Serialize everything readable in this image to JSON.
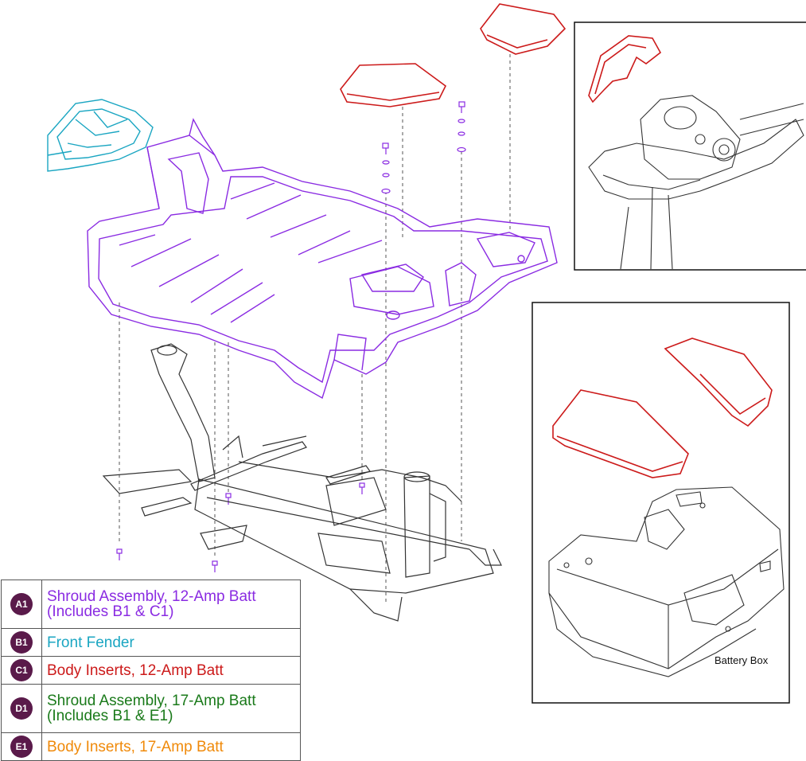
{
  "colors": {
    "purple": "#8a2be2",
    "cyan": "#1ba6c2",
    "red": "#cc1a1a",
    "green": "#1a7a1a",
    "orange": "#f08a0a",
    "badge": "#5a1a4a",
    "line": "#333333"
  },
  "legend": [
    {
      "code": "A1",
      "label": "Shroud Assembly, 12-Amp Batt (Includes B1 & C1)",
      "color_key": "purple"
    },
    {
      "code": "B1",
      "label": "Front Fender",
      "color_key": "cyan"
    },
    {
      "code": "C1",
      "label": "Body Inserts, 12-Amp Batt",
      "color_key": "red"
    },
    {
      "code": "D1",
      "label": "Shroud Assembly, 17-Amp Batt (Includes B1 & E1)",
      "color_key": "green"
    },
    {
      "code": "E1",
      "label": "Body Inserts, 17-Amp Batt",
      "color_key": "orange"
    }
  ],
  "battery_box_caption": "Battery Box",
  "icons": [
    "fender-icon",
    "shroud-icon",
    "insert-icon",
    "frame-icon",
    "screw-icon",
    "battery-box-icon",
    "tiller-icon"
  ]
}
